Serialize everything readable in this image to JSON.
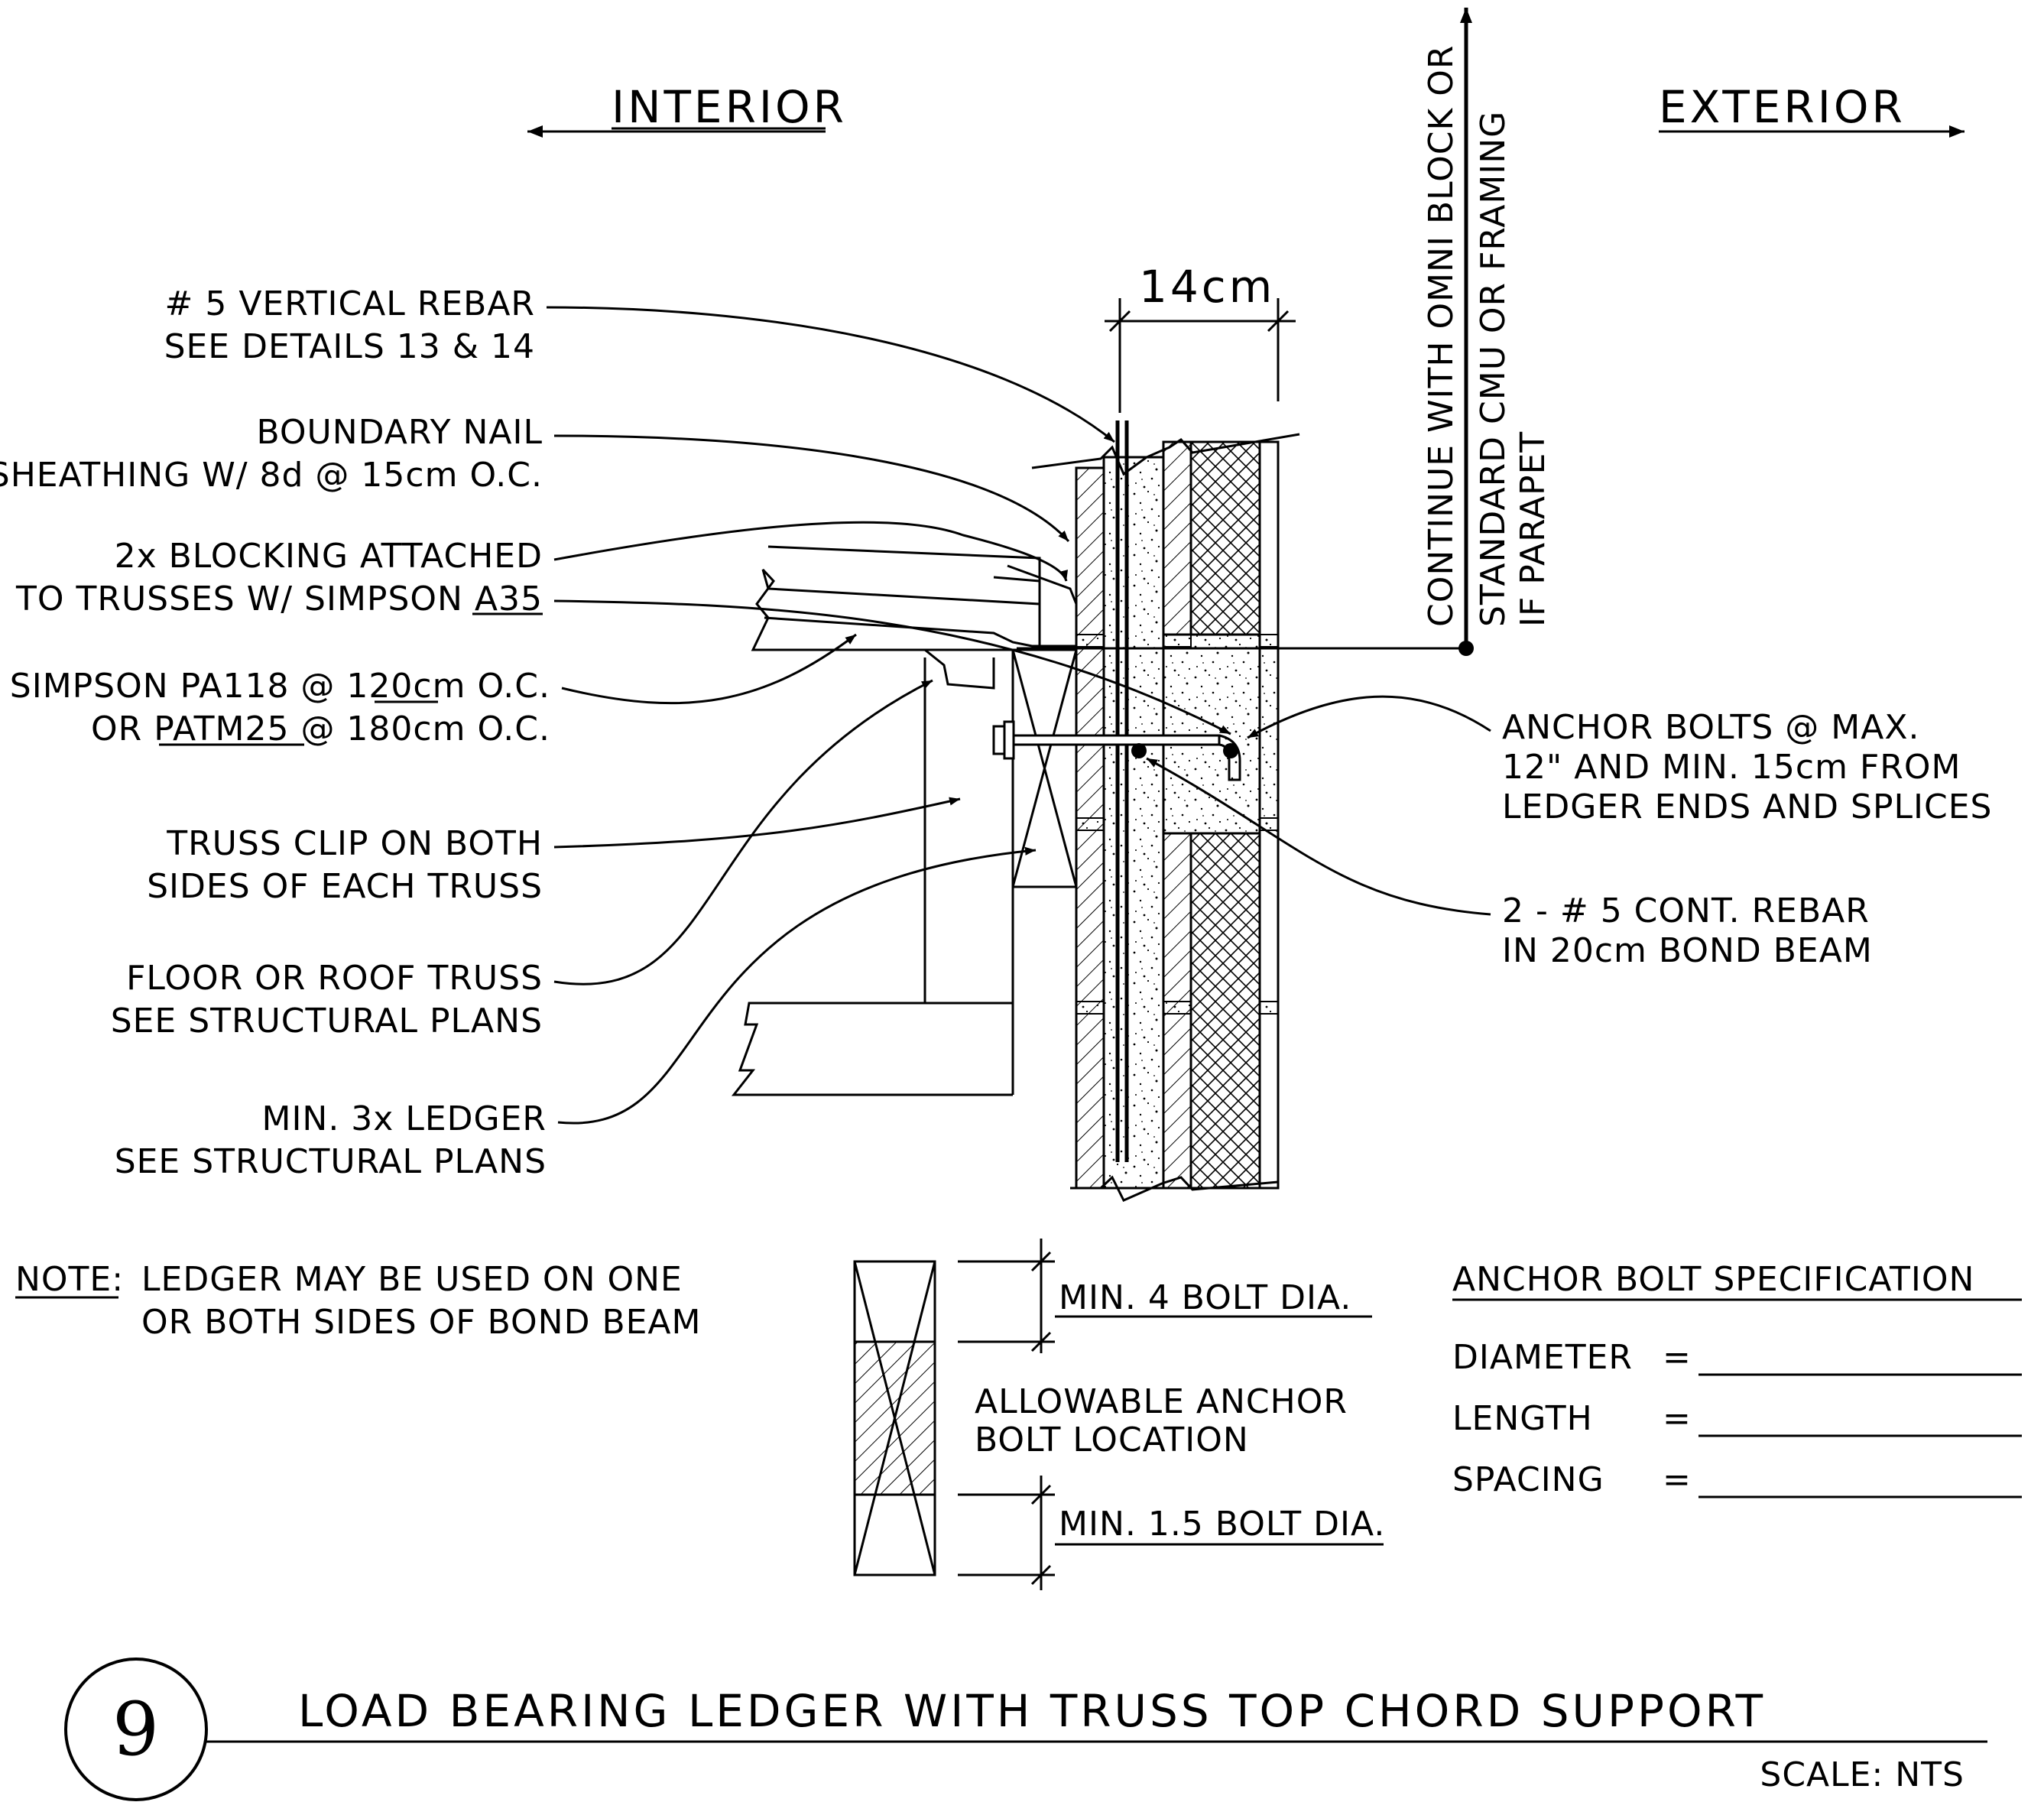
{
  "directions": {
    "interior": "INTERIOR",
    "exterior": "EXTERIOR"
  },
  "dimension_14cm": "14cm",
  "vertical_note": [
    "CONTINUE WITH OMNI BLOCK OR",
    "STANDARD CMU OR FRAMING",
    "IF PARAPET"
  ],
  "left_callouts": [
    [
      "# 5  VERTICAL REBAR",
      "SEE DETAILS 13 & 14"
    ],
    [
      "BOUNDARY NAIL",
      "SHEATHING W/ 8d @ 15cm O.C."
    ],
    [
      "2x BLOCKING ATTACHED",
      "TO TRUSSES W/ SIMPSON A35"
    ],
    [
      "SIMPSON PA118 @ 120cm O.C.",
      "OR PATM25 @ 180cm O.C."
    ],
    [
      "TRUSS CLIP ON BOTH",
      "SIDES OF EACH TRUSS"
    ],
    [
      "FLOOR OR ROOF TRUSS",
      "SEE STRUCTURAL PLANS"
    ],
    [
      "MIN. 3x LEDGER",
      "SEE STRUCTURAL PLANS"
    ]
  ],
  "right_callouts": [
    [
      "ANCHOR BOLTS @ MAX.",
      "12\" AND MIN. 15cm FROM",
      "LEDGER ENDS AND SPLICES"
    ],
    [
      "2 - # 5  CONT. REBAR",
      "IN 20cm BOND BEAM"
    ]
  ],
  "note": {
    "label": "NOTE:",
    "lines": [
      "LEDGER MAY BE USED ON ONE",
      "OR BOTH SIDES OF BOND BEAM"
    ]
  },
  "bolt_location": {
    "top_dim": "MIN. 4 BOLT DIA.",
    "middle": [
      "ALLOWABLE ANCHOR",
      "BOLT LOCATION"
    ],
    "bottom_dim": "MIN. 1.5 BOLT DIA."
  },
  "spec": {
    "title": "ANCHOR BOLT SPECIFICATION",
    "rows": [
      {
        "label": "DIAMETER",
        "eq": "="
      },
      {
        "label": "LENGTH",
        "eq": "="
      },
      {
        "label": "SPACING",
        "eq": "="
      }
    ]
  },
  "title_block": {
    "number": "9",
    "title": "LOAD BEARING LEDGER WITH TRUSS TOP CHORD SUPPORT",
    "scale": "SCALE: NTS"
  }
}
